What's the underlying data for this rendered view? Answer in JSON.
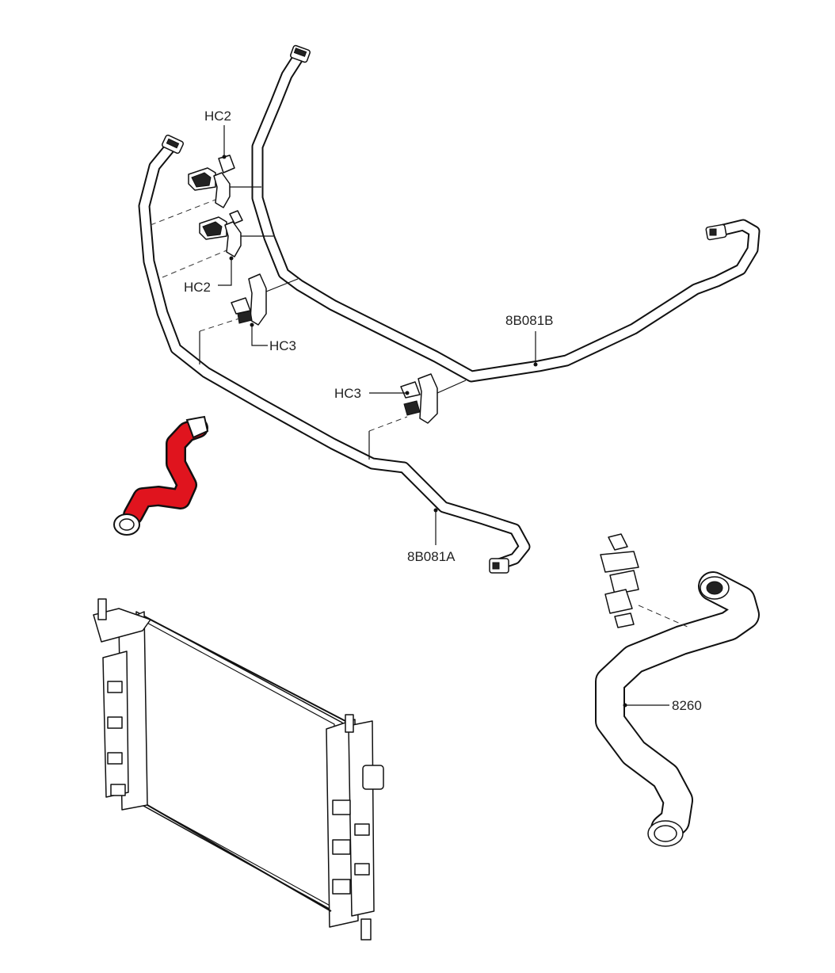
{
  "labels": {
    "hc2_top": "HC2",
    "hc2_mid": "HC2",
    "hc3_left": "HC3",
    "hc3_right": "HC3",
    "hose_8b081b": "8B081B",
    "hose_8b081a": "8B081A",
    "hose_8260": "8260"
  },
  "colors": {
    "highlight_hose": "#e0141e",
    "line": "#111111"
  }
}
